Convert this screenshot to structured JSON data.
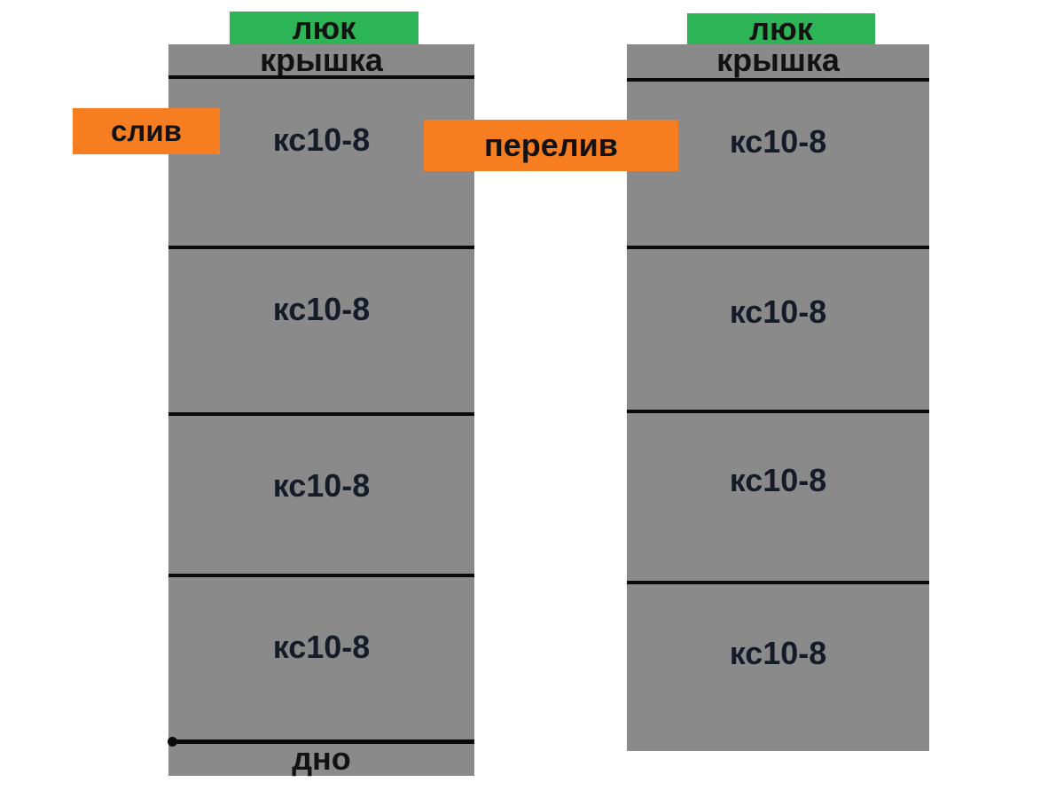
{
  "colors": {
    "gray": "#8a8a8a",
    "green": "#2db456",
    "orange": "#f67d20",
    "line": "#0a0a0a",
    "text": "#121212",
    "ring_text": "#161b28"
  },
  "wells": [
    {
      "hatch_label": "люк",
      "cover_label": "крышка",
      "rings": [
        "кс10-8",
        "кс10-8",
        "кс10-8",
        "кс10-8"
      ],
      "bottom_label": "дно"
    },
    {
      "hatch_label": "люк",
      "cover_label": "крышка",
      "rings": [
        "кс10-8",
        "кс10-8",
        "кс10-8",
        "кс10-8"
      ]
    }
  ],
  "pipes": {
    "drain_label": "слив",
    "overflow_label": "перелив"
  }
}
